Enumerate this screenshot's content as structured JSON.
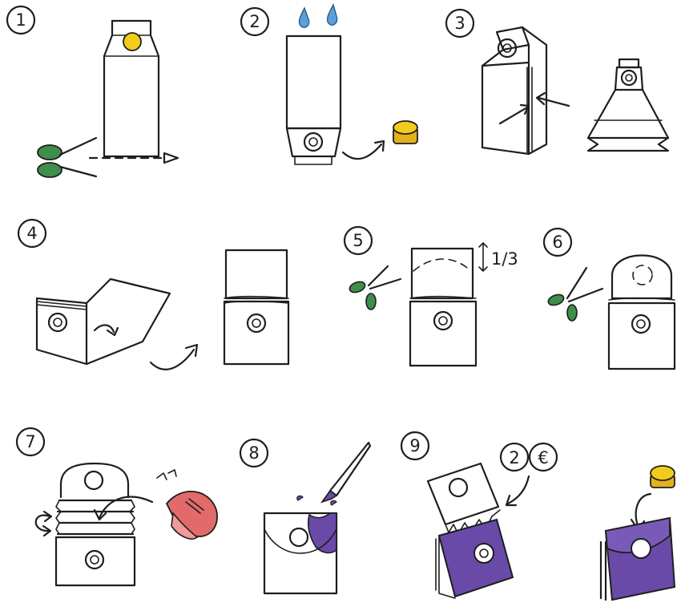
{
  "steps": [
    {
      "number": "1"
    },
    {
      "number": "2"
    },
    {
      "number": "3"
    },
    {
      "number": "4"
    },
    {
      "number": "5"
    },
    {
      "number": "6"
    },
    {
      "number": "7"
    },
    {
      "number": "8"
    },
    {
      "number": "9"
    }
  ],
  "annotations": {
    "step5_measure": "1/3",
    "step9_coin": "2",
    "step9_currency": "€"
  },
  "colors": {
    "ink": "#1e1e1e",
    "scissors_green": "#3e8e4c",
    "water_blue": "#5aa0d8",
    "cap_yellow": "#f2cc1a",
    "magnet_red": "#e26a6a",
    "cover_purple": "#6a4aa8",
    "paper": "#ffffff"
  }
}
